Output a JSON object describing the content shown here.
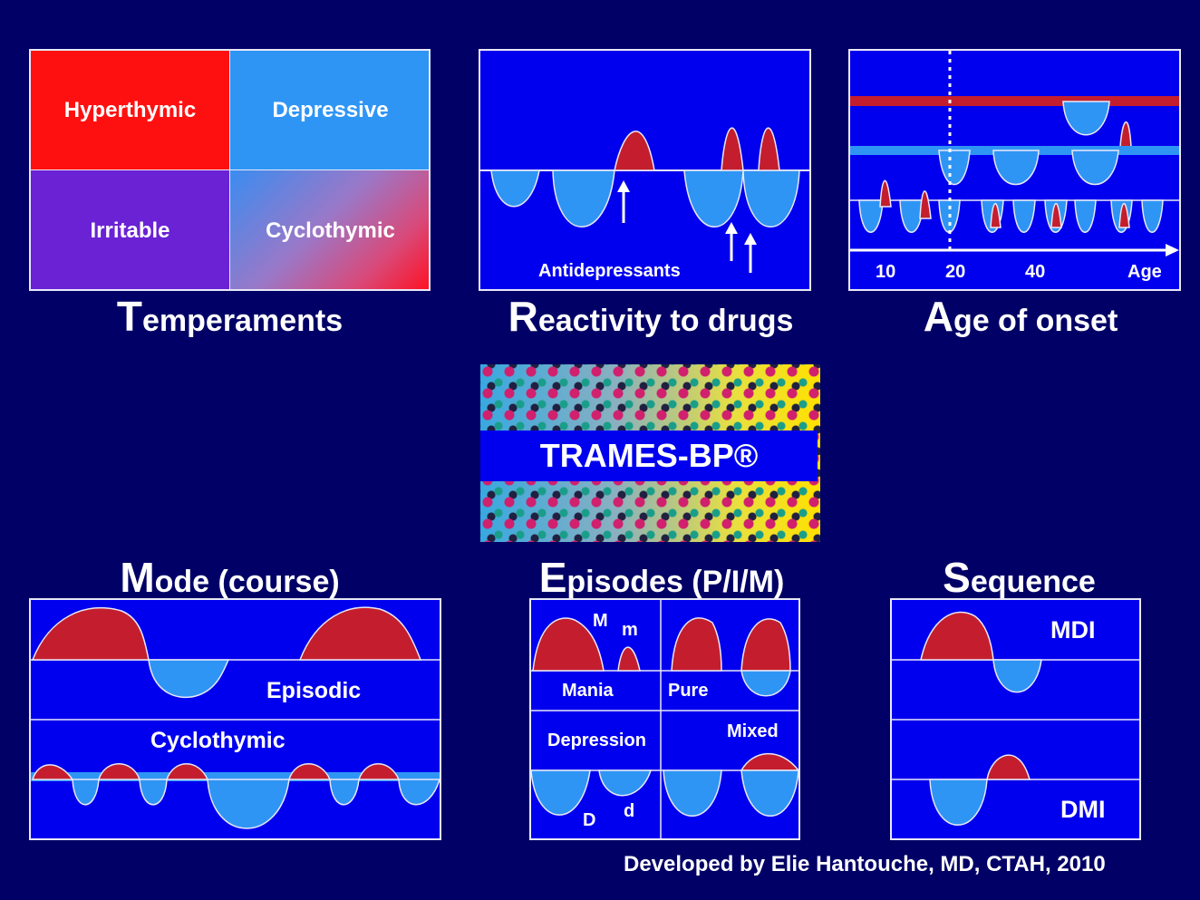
{
  "colors": {
    "background": "#010066",
    "panel_fill": "#0000ee",
    "mania": "#c41e2e",
    "depression": "#2f95f5",
    "hyperthymic": "#ff1010",
    "depressive": "#2f95f5",
    "irritable": "#6a22d4"
  },
  "temperaments": {
    "caption_initial": "T",
    "caption_rest": "emperaments",
    "cells": [
      "Hyperthymic",
      "Depressive",
      "Irritable",
      "Cyclothymic"
    ]
  },
  "reactivity": {
    "caption_initial": "R",
    "caption_rest": "eactivity to drugs",
    "label": "Antidepressants"
  },
  "age_onset": {
    "caption_initial": "A",
    "caption_rest": "ge of onset",
    "ticks": [
      "10",
      "20",
      "40",
      "Age"
    ]
  },
  "center_badge": {
    "title": "TRAMES-BP®"
  },
  "mode": {
    "caption_initial": "M",
    "caption_rest": "ode (course)",
    "labels": [
      "Episodic",
      "Cyclothymic"
    ]
  },
  "episodes": {
    "caption_initial": "E",
    "caption_rest": "pisodes (P/I/M)",
    "labels": [
      "M",
      "m",
      "Mania",
      "Pure",
      "Depression",
      "Mixed",
      "D",
      "d"
    ]
  },
  "sequence": {
    "caption_initial": "S",
    "caption_rest": "equence",
    "labels": [
      "MDI",
      "DMI"
    ]
  },
  "footer": {
    "credit": "Developed by Elie Hantouche, MD, CTAH, 2010"
  }
}
